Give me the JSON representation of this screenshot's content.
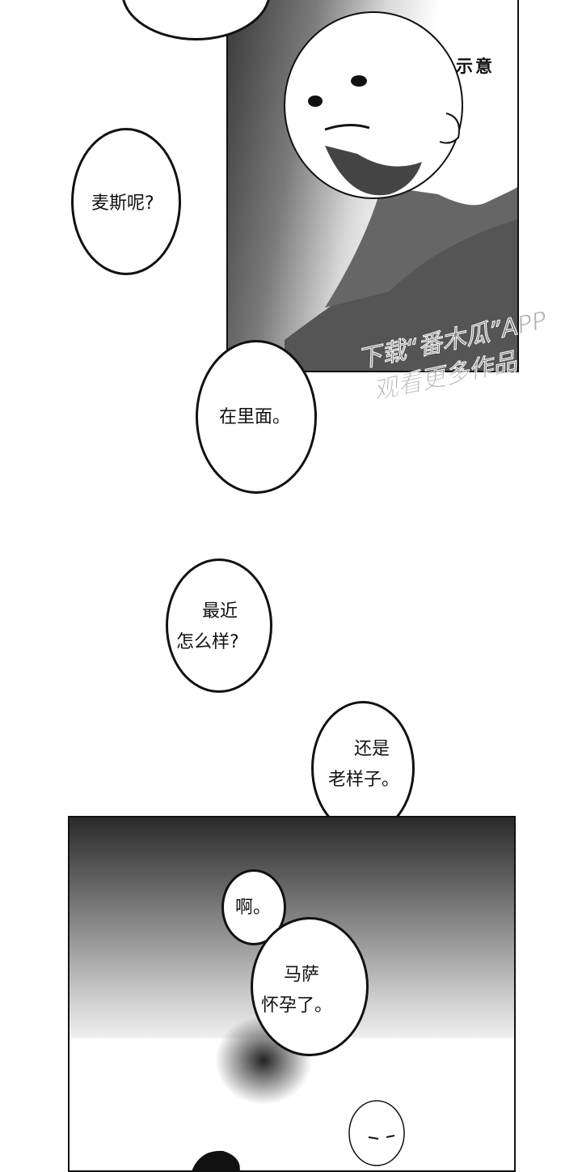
{
  "panels": {
    "panel1": {
      "sfx": "示意"
    },
    "panel2": {}
  },
  "bubbles": {
    "max": {
      "lines": [
        "麦斯呢?"
      ]
    },
    "inside": {
      "lines": [
        "在里面。"
      ]
    },
    "how": {
      "lines": [
        "最近",
        "怎么样?"
      ]
    },
    "same": {
      "lines": [
        "还是",
        "老样子。"
      ]
    },
    "ah": {
      "lines": [
        "啊。"
      ]
    },
    "pregnant": {
      "lines": [
        "马萨",
        "怀孕了。"
      ]
    }
  },
  "watermark": {
    "line1": "下载“番木瓜”APP",
    "line2": "观看更多作品"
  }
}
